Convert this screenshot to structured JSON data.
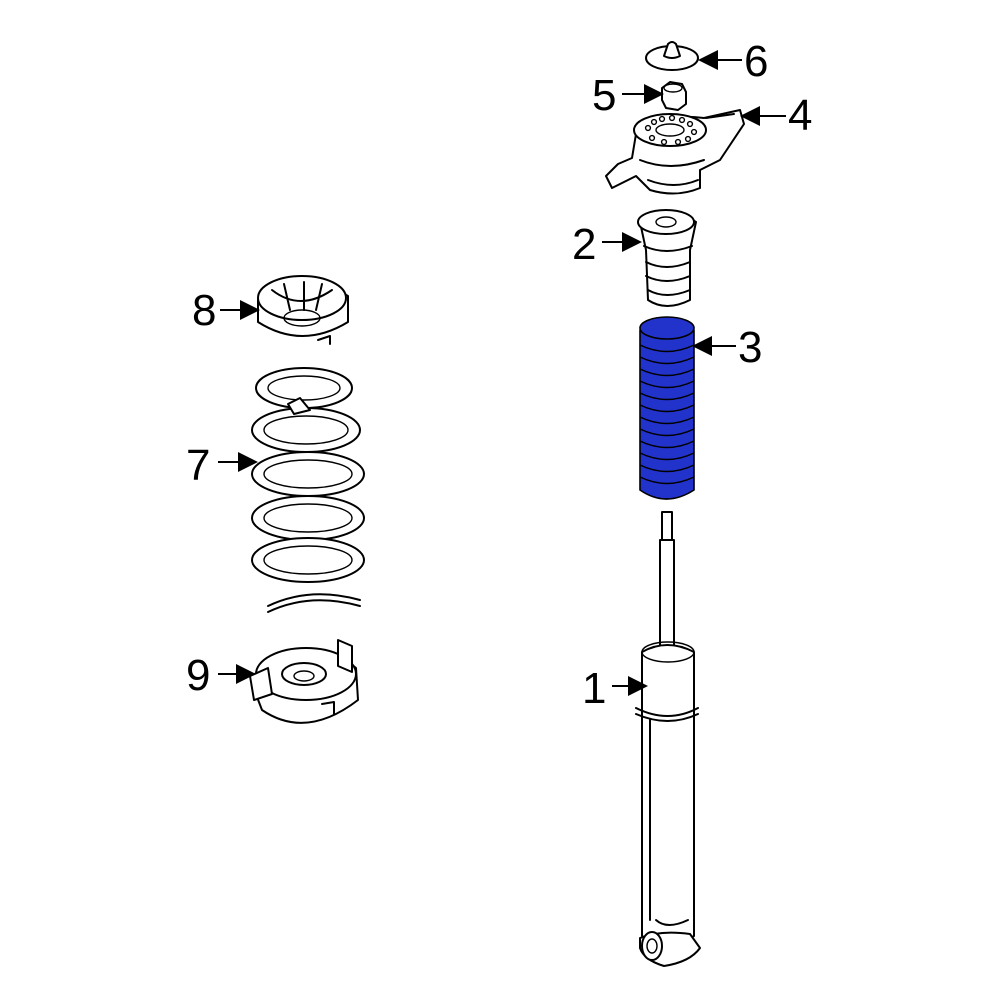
{
  "diagram": {
    "highlight_color": "#2233cc",
    "line_color": "#000000",
    "background_color": "#ffffff",
    "callouts": [
      {
        "id": "1",
        "label": "1"
      },
      {
        "id": "2",
        "label": "2"
      },
      {
        "id": "3",
        "label": "3"
      },
      {
        "id": "4",
        "label": "4"
      },
      {
        "id": "5",
        "label": "5"
      },
      {
        "id": "6",
        "label": "6"
      },
      {
        "id": "7",
        "label": "7"
      },
      {
        "id": "8",
        "label": "8"
      },
      {
        "id": "9",
        "label": "9"
      }
    ],
    "highlighted_part": "3"
  }
}
